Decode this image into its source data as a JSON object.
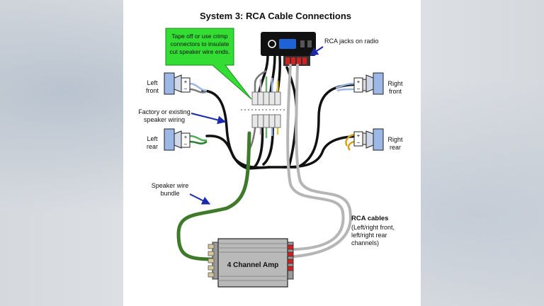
{
  "title": "System 3: RCA Cable Connections",
  "callout": [
    "Tape off or use crimp",
    "connectors to insulate",
    "cut speaker wire ends."
  ],
  "labels": {
    "rca_jacks": "RCA jacks on radio",
    "left_front": [
      "Left",
      "front"
    ],
    "left_rear": [
      "Left",
      "rear"
    ],
    "right_front": [
      "Right",
      "front"
    ],
    "right_rear": [
      "Right",
      "rear"
    ],
    "factory_wiring": [
      "Factory or existing",
      "speaker wiring"
    ],
    "wire_bundle": [
      "Speaker wire",
      "bundle"
    ],
    "rca_cables_title": "RCA cables",
    "rca_cables_desc": [
      "(Left/right front,",
      "left/right rear",
      "channels)"
    ],
    "amp": "4 Channel Amp"
  },
  "terminal_signs": {
    "plus": "+",
    "minus": "−"
  },
  "colors": {
    "callout": "#33dd33",
    "arrow": "#1a2aaa",
    "speaker": "#9db7e6",
    "green_wire": "#3e7a2a",
    "rca_gray": "#b5b5b5",
    "amp": "#b9b9b9"
  }
}
